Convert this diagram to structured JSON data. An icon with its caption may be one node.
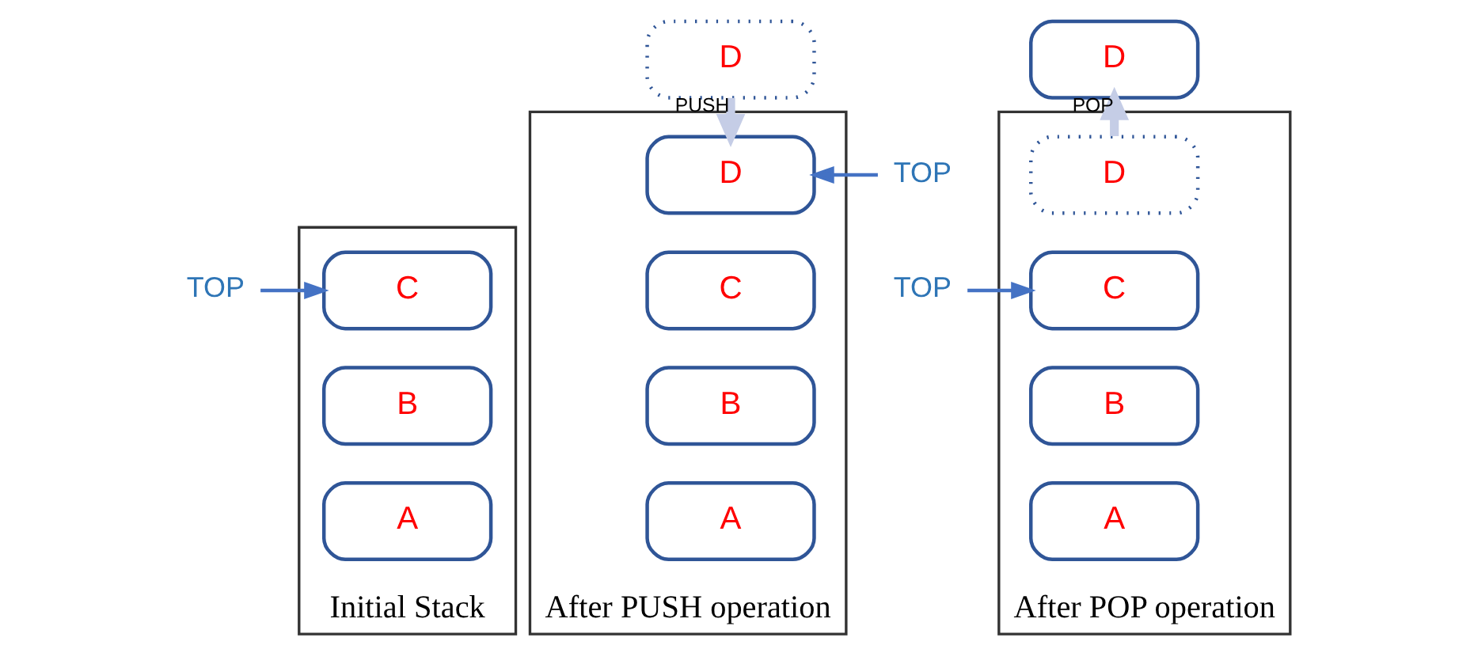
{
  "diagram": {
    "nodes": [
      {
        "text": [
          "Initial Stack"
        ]
      },
      {
        "text": [
          "C"
        ],
        "in": 0
      },
      {
        "text": [
          "B"
        ],
        "in": 0
      },
      {
        "text": [
          "A"
        ],
        "in": 0
      },
      {
        "text": [
          "TOP"
        ]
      },
      {
        "text": [
          "D"
        ]
      },
      {
        "text": [
          "After PUSH operation"
        ]
      },
      {
        "text": [
          "D"
        ],
        "in": 6
      },
      {
        "text": [
          "C"
        ],
        "in": 6
      },
      {
        "text": [
          "B"
        ],
        "in": 6
      },
      {
        "text": [
          "A"
        ],
        "in": 6
      },
      {
        "text": [
          "TOP"
        ]
      },
      {
        "text": [
          "After POP operation"
        ]
      },
      {
        "text": [
          "D"
        ],
        "in": 12
      },
      {
        "text": [
          "C"
        ],
        "in": 12
      },
      {
        "text": [
          "B"
        ],
        "in": 12
      },
      {
        "text": [
          "A"
        ],
        "in": 12
      },
      {
        "text": [
          "TOP"
        ]
      },
      {
        "text": [
          "D"
        ]
      }
    ],
    "edges": [
      {
        "from": 4,
        "to": 1,
        "arrow": "to"
      },
      {
        "from": 5,
        "to": 7,
        "arrow": "to",
        "label": "PUSH",
        "color": "#c5cde6",
        "style": "thick"
      },
      {
        "from": 11,
        "to": 7,
        "arrow": "to"
      },
      {
        "from": 17,
        "to": 14,
        "arrow": "to"
      },
      {
        "from": 13,
        "to": 18,
        "arrow": "to",
        "label": "POP",
        "color": "#c5cde6",
        "style": "thick"
      }
    ]
  }
}
